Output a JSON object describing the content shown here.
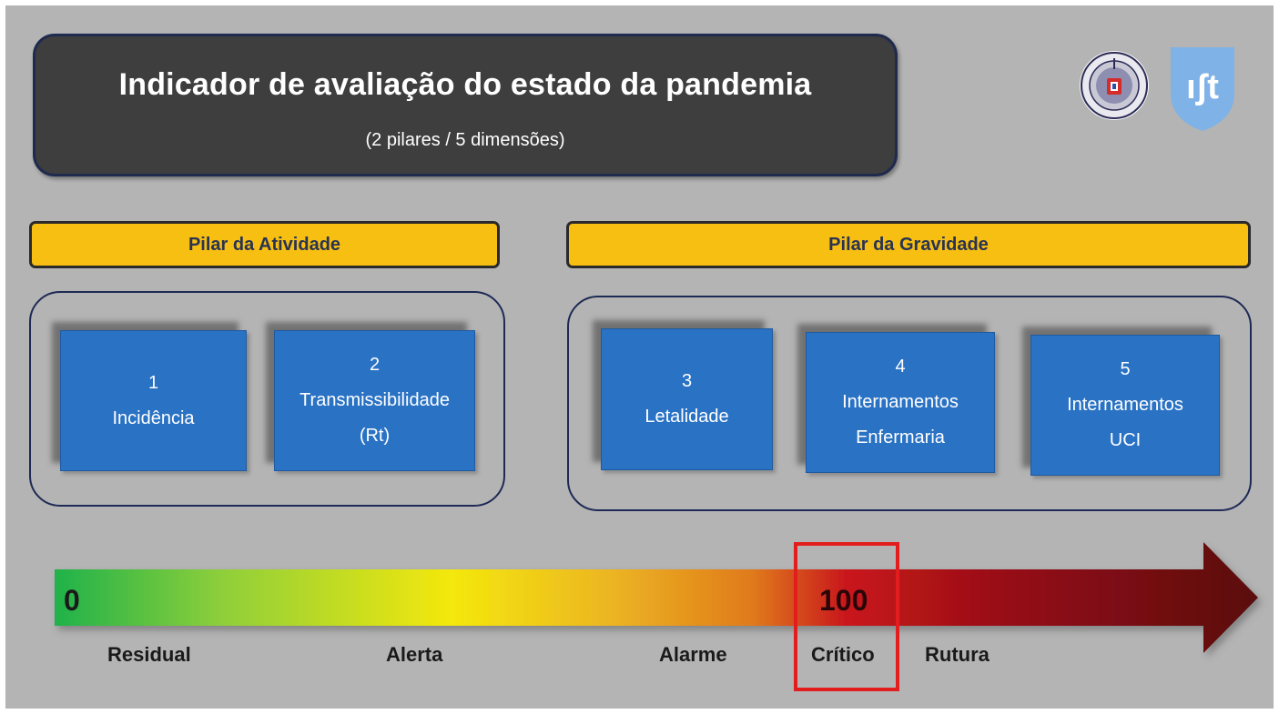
{
  "header": {
    "title": "Indicador de avaliação do estado da pandemia",
    "subtitle": "(2 pilares / 5 dimensões)"
  },
  "logos": [
    "seal-logo",
    "ist-shield-logo"
  ],
  "ist_logo_text": "ıʃt",
  "pillars": [
    {
      "label": "Pilar da Atividade"
    },
    {
      "label": "Pilar da Gravidade"
    }
  ],
  "dimensions": [
    {
      "number": "1",
      "line1": "Incidência",
      "line2": ""
    },
    {
      "number": "2",
      "line1": "Transmissibilidade",
      "line2": "(Rt)"
    },
    {
      "number": "3",
      "line1": "Letalidade",
      "line2": ""
    },
    {
      "number": "4",
      "line1": "Internamentos",
      "line2": "Enfermaria"
    },
    {
      "number": "5",
      "line1": "Internamentos",
      "line2": "UCI"
    }
  ],
  "scale": {
    "start_value": "0",
    "mark_value": "100",
    "levels": [
      "Residual",
      "Alerta",
      "Alarme",
      "Crítico",
      "Rutura"
    ],
    "highlighted_level": "Crítico",
    "colors": {
      "green": "#1fb24a",
      "yellow": "#f4e80c",
      "orange": "#e07a1c",
      "red": "#c8141b",
      "darkred": "#5a0a0e",
      "highlight": "#e31d1d"
    }
  }
}
